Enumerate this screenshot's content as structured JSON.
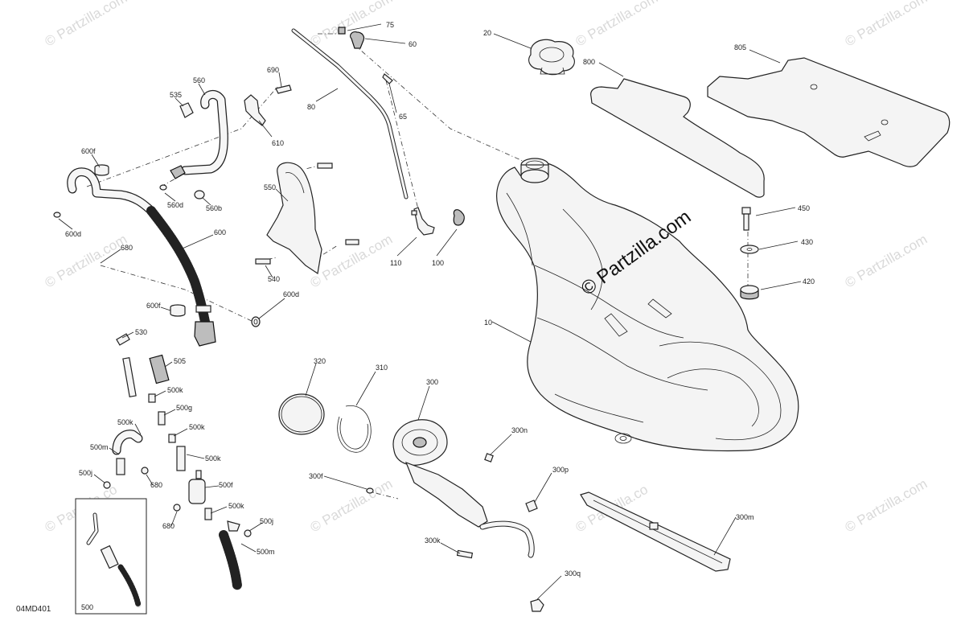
{
  "watermark": {
    "text": "© Partzilla.com",
    "short": "© Partzilla.co"
  },
  "diagram_code": "04MD401",
  "inset_label": "500",
  "callouts": {
    "c10": "10",
    "c20": "20",
    "c60": "60",
    "c65": "65",
    "c75": "75",
    "c80": "80",
    "c100": "100",
    "c110": "110",
    "c300": "300",
    "c300f": "300f",
    "c300k": "300k",
    "c300m": "300m",
    "c300n": "300n",
    "c300p": "300p",
    "c300q": "300q",
    "c310": "310",
    "c320": "320",
    "c420": "420",
    "c430": "430",
    "c450": "450",
    "c500f": "500f",
    "c500g": "500g",
    "c500j_a": "500j",
    "c500j_b": "500j",
    "c500k_a": "500k",
    "c500k_b": "500k",
    "c500k_c": "500k",
    "c500k_d": "500k",
    "c500k_e": "500k",
    "c500m_a": "500m",
    "c500m_b": "500m",
    "c505": "505",
    "c530": "530",
    "c535": "535",
    "c540": "540",
    "c550": "550",
    "c560": "560",
    "c560b": "560b",
    "c560d": "560d",
    "c600": "600",
    "c600d_a": "600d",
    "c600d_b": "600d",
    "c600f_a": "600f",
    "c600f_b": "600f",
    "c610": "610",
    "c680_a": "680",
    "c680_b": "680",
    "c680_c": "680",
    "c690": "690",
    "c800": "800",
    "c805": "805"
  }
}
